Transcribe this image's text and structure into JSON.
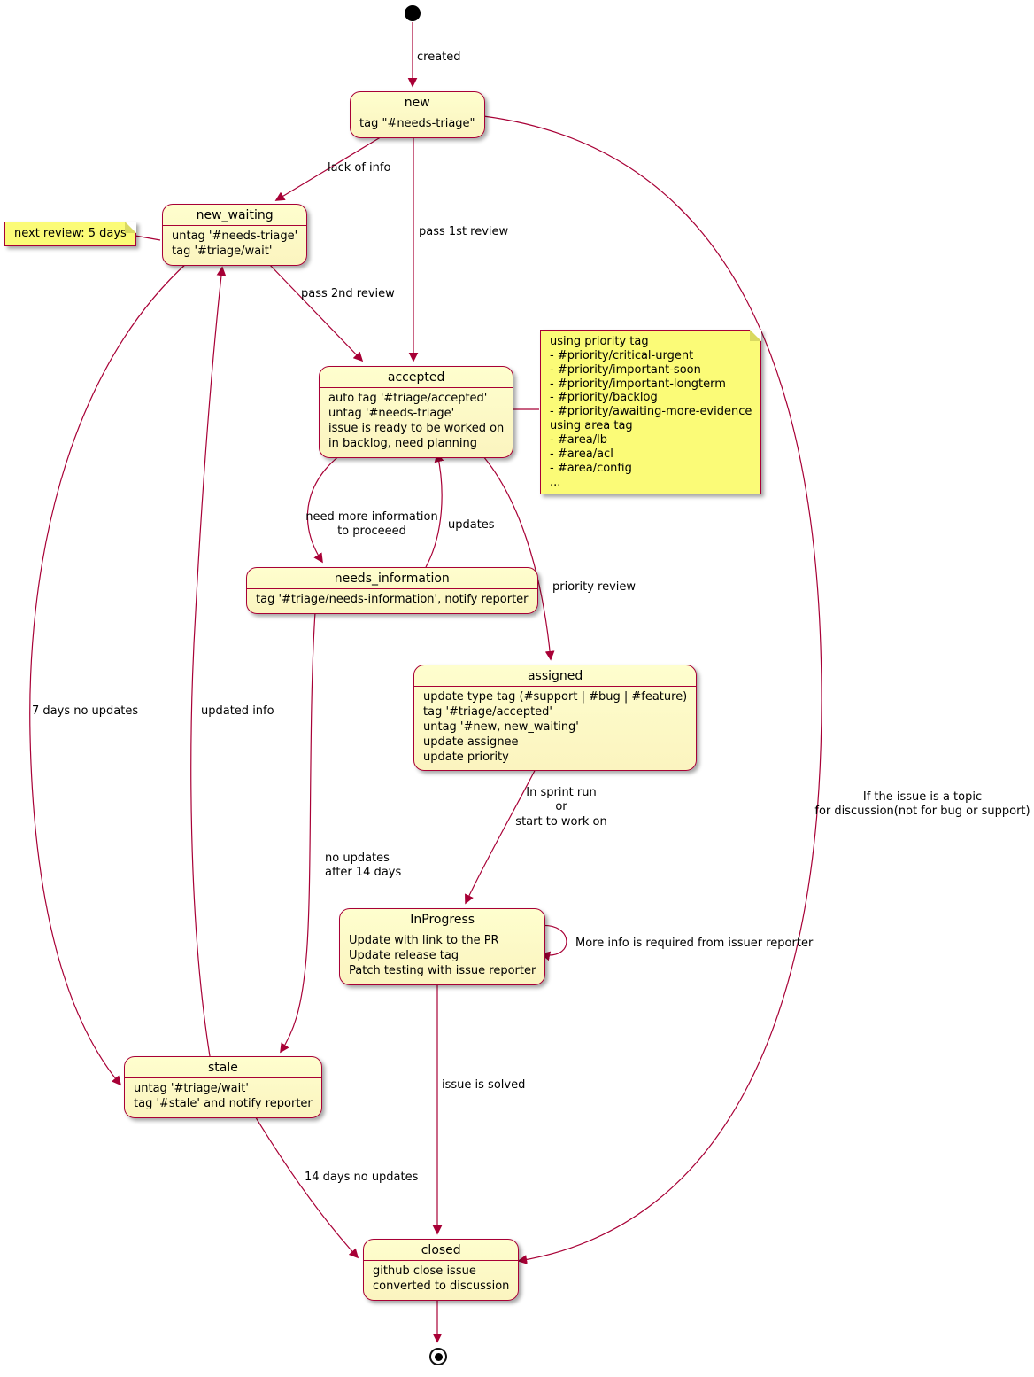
{
  "colors": {
    "accent": "#A80036",
    "state_background": "#FEFECE",
    "note_background": "#FBFB77",
    "text": "#000000"
  },
  "states": {
    "new": {
      "title": "new",
      "lines": [
        "tag \"#needs-triage\""
      ]
    },
    "new_waiting": {
      "title": "new_waiting",
      "lines": [
        "untag '#needs-triage'",
        "tag '#triage/wait'"
      ]
    },
    "accepted": {
      "title": "accepted",
      "lines": [
        "auto tag '#triage/accepted'",
        "untag '#needs-triage'",
        "issue is ready to be worked on",
        "in backlog, need planning"
      ]
    },
    "needs_information": {
      "title": "needs_information",
      "lines": [
        "tag '#triage/needs-information', notify reporter"
      ]
    },
    "assigned": {
      "title": "assigned",
      "lines": [
        "update type tag (#support | #bug | #feature)",
        "tag '#triage/accepted'",
        "untag '#new, new_waiting'",
        "update assignee",
        "update priority"
      ]
    },
    "in_progress": {
      "title": "InProgress",
      "lines": [
        "Update with link to the PR",
        "Update release tag",
        "Patch testing with issue reporter"
      ]
    },
    "stale": {
      "title": "stale",
      "lines": [
        "untag '#triage/wait'",
        "tag '#stale' and notify reporter"
      ]
    },
    "closed": {
      "title": "closed",
      "lines": [
        "github close issue",
        "converted to discussion"
      ]
    }
  },
  "notes": {
    "next_review": {
      "lines": [
        "next review: 5 days"
      ]
    },
    "priority": {
      "lines": [
        "using priority tag",
        "- #priority/critical-urgent",
        "- #priority/important-soon",
        "- #priority/important-longterm",
        "- #priority/backlog",
        "- #priority/awaiting-more-evidence",
        "using area tag",
        "- #area/lb",
        "- #area/acl",
        "- #area/config",
        "..."
      ]
    }
  },
  "edge_labels": {
    "created": {
      "lines": [
        "created"
      ]
    },
    "lack_of_info": {
      "lines": [
        "lack of info"
      ]
    },
    "pass_1st_review": {
      "lines": [
        "pass 1st review"
      ]
    },
    "pass_2nd_review": {
      "lines": [
        "pass 2nd review"
      ]
    },
    "need_more_information": {
      "lines": [
        "need more information",
        "to proceeed"
      ]
    },
    "updates": {
      "lines": [
        "updates"
      ]
    },
    "priority_review": {
      "lines": [
        "priority review"
      ]
    },
    "in_sprint": {
      "lines": [
        "In sprint run",
        "or",
        "start to work on"
      ]
    },
    "more_info_loop": {
      "lines": [
        "More info is required from issuer reporter"
      ]
    },
    "issue_is_solved": {
      "lines": [
        "issue is solved"
      ]
    },
    "seven_days_no_updates": {
      "lines": [
        "7 days no updates"
      ]
    },
    "updated_info": {
      "lines": [
        "updated info"
      ]
    },
    "no_updates_after_14_days": {
      "lines": [
        "no updates",
        "after 14 days"
      ]
    },
    "fourteen_days_no_updates": {
      "lines": [
        "14 days no updates"
      ]
    },
    "topic_discussion": {
      "lines": [
        "If the issue is a topic",
        "for discussion(not for bug or support)"
      ]
    }
  }
}
